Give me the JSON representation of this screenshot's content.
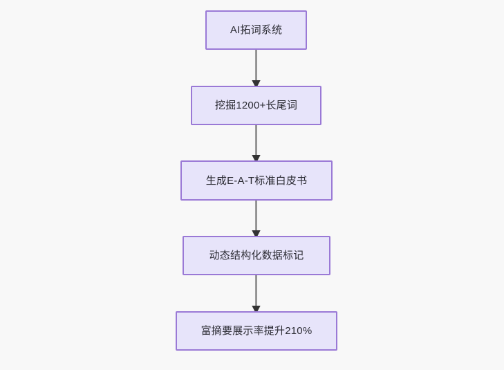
{
  "diagram": {
    "type": "flowchart",
    "orientation": "top-to-bottom",
    "background_color": "#f8f8f8",
    "node_fill_color": "#e7e4fa",
    "node_border_color": "#9a79d6",
    "node_text_color": "#2b2b33",
    "edge_color": "#888888",
    "nodes": [
      {
        "id": "n1",
        "label": "AI拓词系统"
      },
      {
        "id": "n2",
        "label": "挖掘1200+长尾词"
      },
      {
        "id": "n3",
        "label": "生成E-A-T标准白皮书"
      },
      {
        "id": "n4",
        "label": "动态结构化数据标记"
      },
      {
        "id": "n5",
        "label": "富摘要展示率提升210%"
      }
    ],
    "edges": [
      {
        "from": "n1",
        "to": "n2",
        "label": ""
      },
      {
        "from": "n2",
        "to": "n3",
        "label": ""
      },
      {
        "from": "n3",
        "to": "n4",
        "label": ""
      },
      {
        "from": "n4",
        "to": "n5",
        "label": ""
      }
    ]
  }
}
